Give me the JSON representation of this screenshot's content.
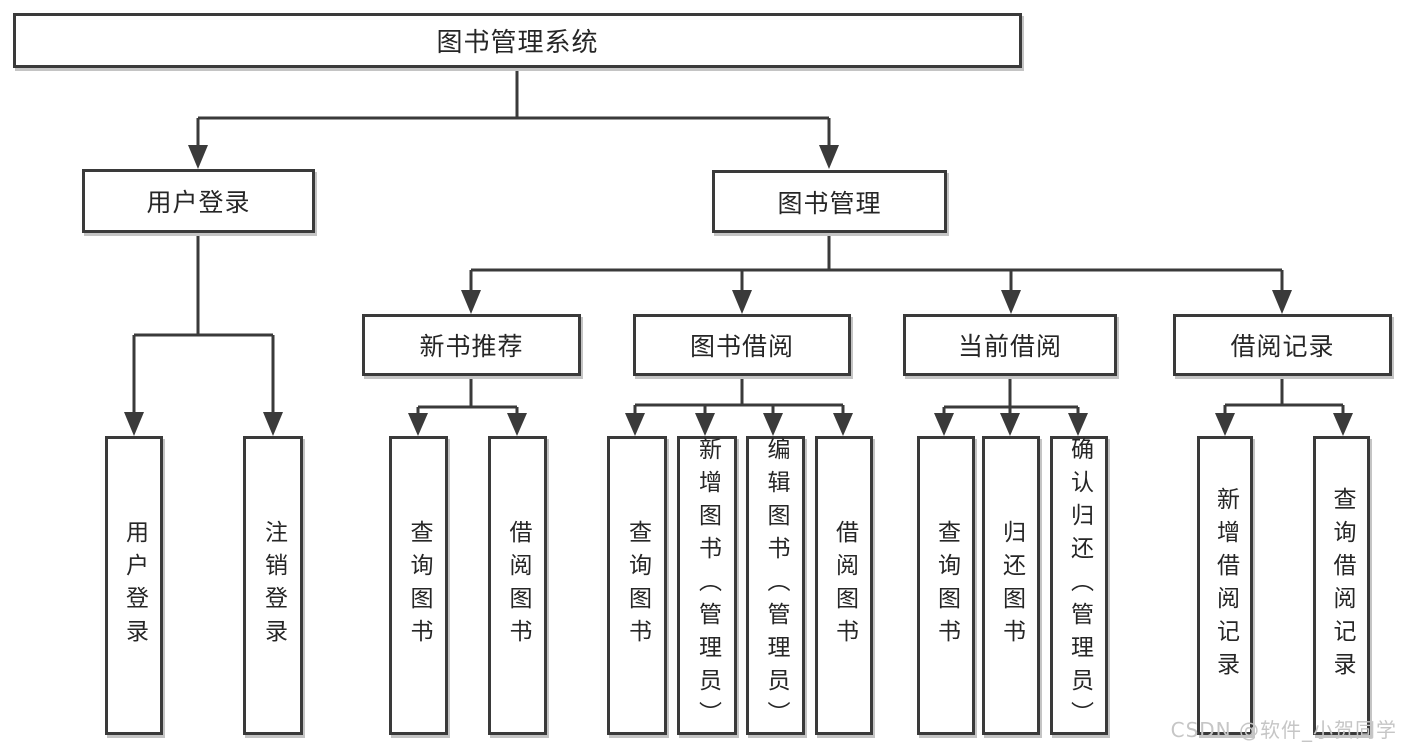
{
  "colors": {
    "line": "#3a3a3a",
    "box_border": "#3a3a3a",
    "text": "#262626",
    "watermark": "#c6c6c6"
  },
  "watermark": "CSDN @软件_小贺同学",
  "nodes": {
    "root": {
      "label": "图书管理系统"
    },
    "user_login": {
      "label": "用户登录"
    },
    "book_mgmt": {
      "label": "图书管理"
    },
    "new_book_rec": {
      "label": "新书推荐"
    },
    "book_borrow": {
      "label": "图书借阅"
    },
    "current_borrow": {
      "label": "当前借阅"
    },
    "borrow_record": {
      "label": "借阅记录"
    },
    "leaf_user_login": {
      "label": "用户登录"
    },
    "leaf_logout": {
      "label": "注销登录"
    },
    "leaf_rec_query": {
      "label": "查询图书"
    },
    "leaf_rec_borrow": {
      "label": "借阅图书"
    },
    "leaf_bor_query": {
      "label": "查询图书"
    },
    "leaf_bor_add": {
      "label": "新增图书（管理员）"
    },
    "leaf_bor_edit": {
      "label": "编辑图书（管理员）"
    },
    "leaf_bor_borrow": {
      "label": "借阅图书"
    },
    "leaf_cur_query": {
      "label": "查询图书"
    },
    "leaf_cur_return": {
      "label": "归还图书"
    },
    "leaf_cur_confirm": {
      "label": "确认归还（管理员）"
    },
    "leaf_log_add": {
      "label": "新增借阅记录"
    },
    "leaf_log_query": {
      "label": "查询借阅记录"
    }
  }
}
